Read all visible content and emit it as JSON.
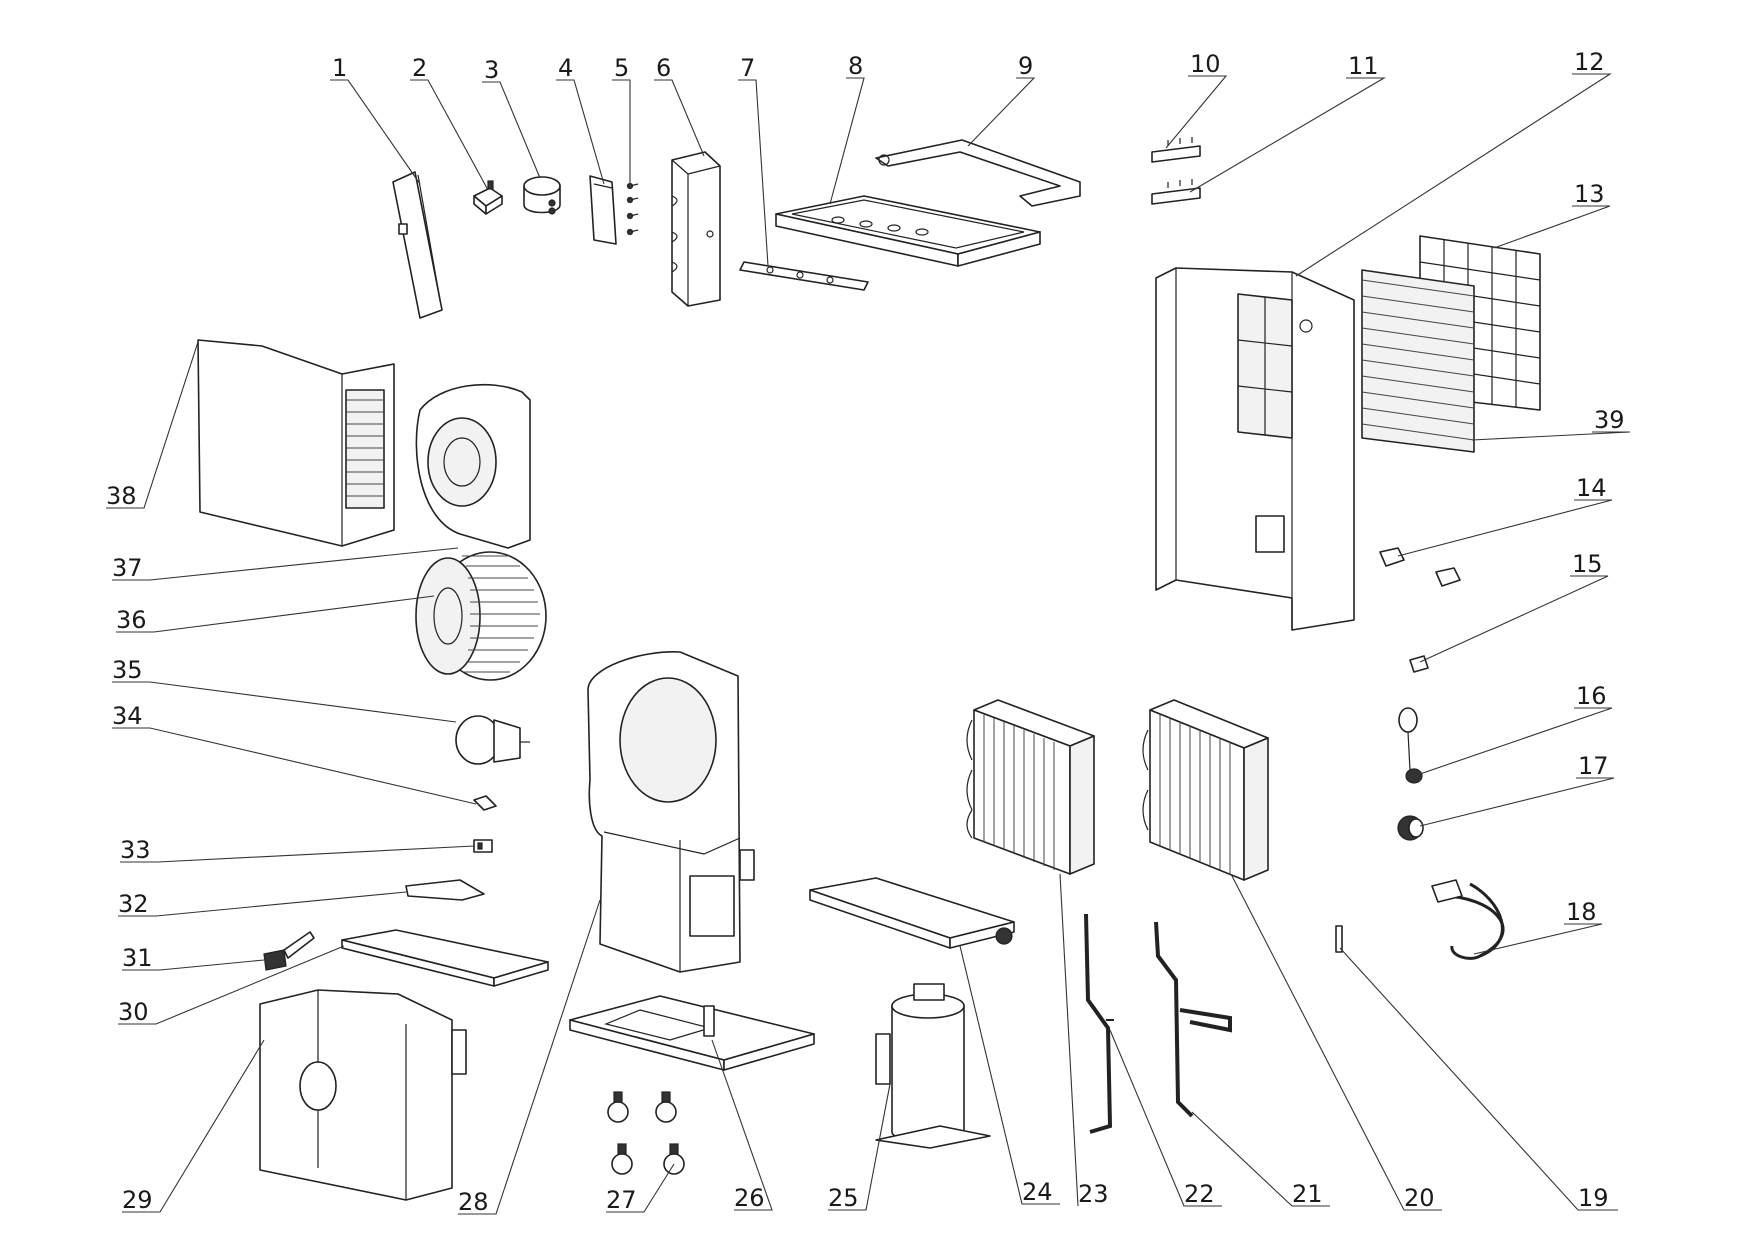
{
  "title": "",
  "background": "#ffffff",
  "stroke_color": "#222222",
  "callouts": [
    {
      "id": 1,
      "text": "1"
    },
    {
      "id": 2,
      "text": "2"
    },
    {
      "id": 3,
      "text": "3"
    },
    {
      "id": 4,
      "text": "4"
    },
    {
      "id": 5,
      "text": "5"
    },
    {
      "id": 6,
      "text": "6"
    },
    {
      "id": 7,
      "text": "7"
    },
    {
      "id": 8,
      "text": "8"
    },
    {
      "id": 9,
      "text": "9"
    },
    {
      "id": 10,
      "text": "10"
    },
    {
      "id": 11,
      "text": "11"
    },
    {
      "id": 12,
      "text": "12"
    },
    {
      "id": 13,
      "text": "13"
    },
    {
      "id": 14,
      "text": "14"
    },
    {
      "id": 15,
      "text": "15"
    },
    {
      "id": 16,
      "text": "16"
    },
    {
      "id": 17,
      "text": "17"
    },
    {
      "id": 18,
      "text": "18"
    },
    {
      "id": 19,
      "text": "19"
    },
    {
      "id": 20,
      "text": "20"
    },
    {
      "id": 21,
      "text": "21"
    },
    {
      "id": 22,
      "text": "22"
    },
    {
      "id": 23,
      "text": "23"
    },
    {
      "id": 24,
      "text": "24"
    },
    {
      "id": 25,
      "text": "25"
    },
    {
      "id": 26,
      "text": "26"
    },
    {
      "id": 27,
      "text": "27"
    },
    {
      "id": 28,
      "text": "28"
    },
    {
      "id": 29,
      "text": "29"
    },
    {
      "id": 30,
      "text": "30"
    },
    {
      "id": 31,
      "text": "31"
    },
    {
      "id": 32,
      "text": "32"
    },
    {
      "id": 33,
      "text": "33"
    },
    {
      "id": 34,
      "text": "34"
    },
    {
      "id": 35,
      "text": "35"
    },
    {
      "id": 36,
      "text": "36"
    },
    {
      "id": 37,
      "text": "37"
    },
    {
      "id": 38,
      "text": "38"
    },
    {
      "id": 39,
      "text": "39"
    }
  ]
}
